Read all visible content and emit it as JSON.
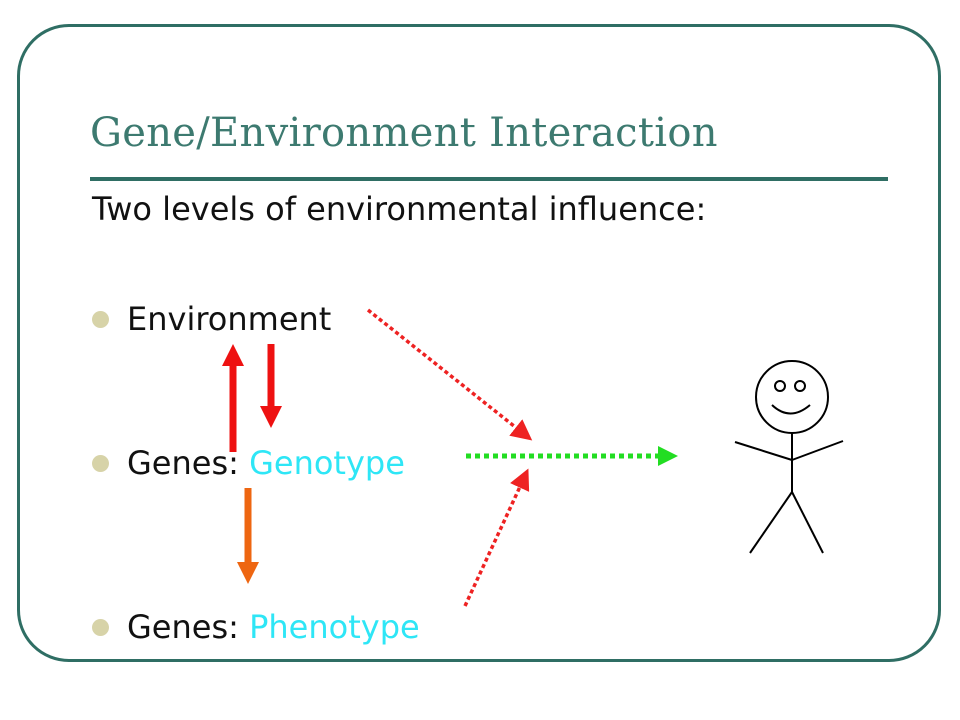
{
  "slide": {
    "title": "Gene/Environment Interaction",
    "intro": "Two levels of environmental influence:",
    "bullets": [
      {
        "label": "Environment",
        "highlight": ""
      },
      {
        "label": "Genes: ",
        "highlight": "Genotype"
      },
      {
        "label": "Genes: ",
        "highlight": "Phenotype"
      }
    ]
  },
  "colors": {
    "frame": "#2f6e64",
    "title": "#3d7a70",
    "highlight": "#2ee6f6",
    "bullet_dot": "#d7d3a8",
    "red_arrow": "#ee1111",
    "orange_arrow": "#ee6611",
    "dotted_red": "#ee2222",
    "dotted_green": "#22dd22",
    "stick_figure": "#000000"
  },
  "icons": {
    "figure": "stick-figure-person"
  }
}
